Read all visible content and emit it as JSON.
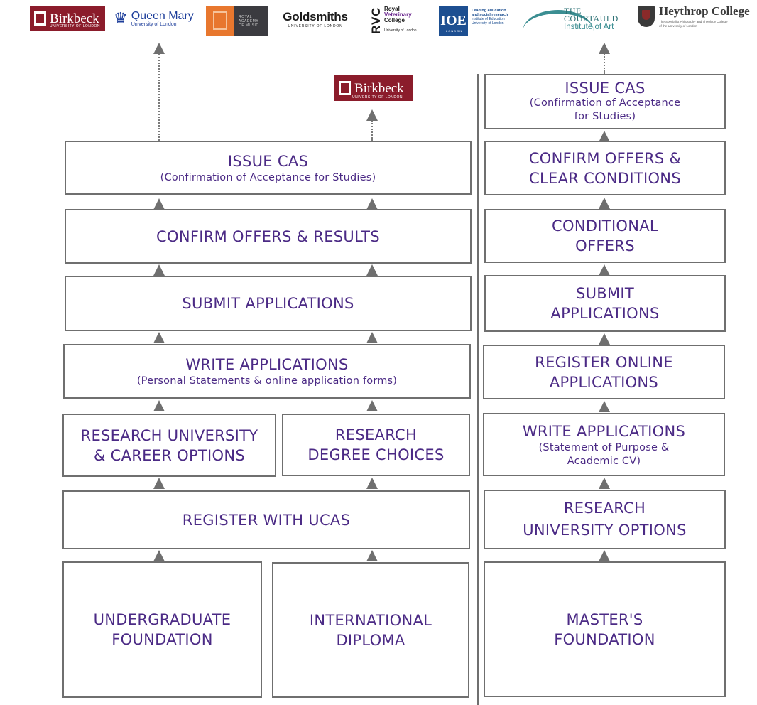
{
  "logos": {
    "birkbeck": {
      "name": "Birkbeck",
      "sub": "UNIVERSITY OF LONDON"
    },
    "queen_mary": {
      "name": "Queen Mary",
      "sub": "University of London"
    },
    "rca": {
      "text": "ROYAL\nACADEMY\nOF MUSIC"
    },
    "goldsmiths": {
      "name": "Goldsmiths",
      "sub": "UNIVERSITY OF LONDON"
    },
    "rvc": {
      "mark": "RVC",
      "line1": "Royal",
      "line2": "Veterinary",
      "line3": "College",
      "sub": "University of London"
    },
    "ioe": {
      "mark": "IOE",
      "line1": "Leading education",
      "line2": "and social research",
      "line3": "Institute of Education",
      "line4": "University of London",
      "line5": "LONDON"
    },
    "courtauld": {
      "line1": "THE",
      "line2": "COURTAULD",
      "line3": "Institute of Art"
    },
    "heythrop": {
      "name": "Heythrop College",
      "sub": "The Specialist Philosophy and Theology College\nof the University of London"
    }
  },
  "left": {
    "issue_cas": {
      "title": "ISSUE CAS",
      "sub": "(Confirmation of Acceptance for Studies)"
    },
    "confirm": {
      "title": "CONFIRM OFFERS & RESULTS"
    },
    "submit": {
      "title": "SUBMIT APPLICATIONS"
    },
    "write": {
      "title": "WRITE APPLICATIONS",
      "sub": "(Personal Statements & online application forms)"
    },
    "research_uni": {
      "title": "RESEARCH UNIVERSITY\n& CAREER OPTIONS"
    },
    "research_degree": {
      "title": "RESEARCH\nDEGREE CHOICES"
    },
    "register_ucas": {
      "title": "REGISTER WITH UCAS"
    },
    "ug_foundation": {
      "title": "UNDERGRADUATE\nFOUNDATION"
    },
    "intl_diploma": {
      "title": "INTERNATIONAL\nDIPLOMA"
    }
  },
  "right": {
    "issue_cas": {
      "title": "ISSUE CAS",
      "sub": "(Confirmation of Acceptance\nfor Studies)"
    },
    "confirm": {
      "title": "CONFIRM OFFERS &\nCLEAR CONDITIONS"
    },
    "conditional": {
      "title": "CONDITIONAL\nOFFERS"
    },
    "submit": {
      "title": "SUBMIT\nAPPLICATIONS"
    },
    "register": {
      "title": "REGISTER ONLINE\nAPPLICATIONS"
    },
    "write": {
      "title": "WRITE APPLICATIONS",
      "sub": "(Statement of Purpose &\nAcademic CV)"
    },
    "research": {
      "title": "RESEARCH\nUNIVERSITY OPTIONS"
    },
    "masters": {
      "title": "MASTER'S\nFOUNDATION"
    }
  }
}
